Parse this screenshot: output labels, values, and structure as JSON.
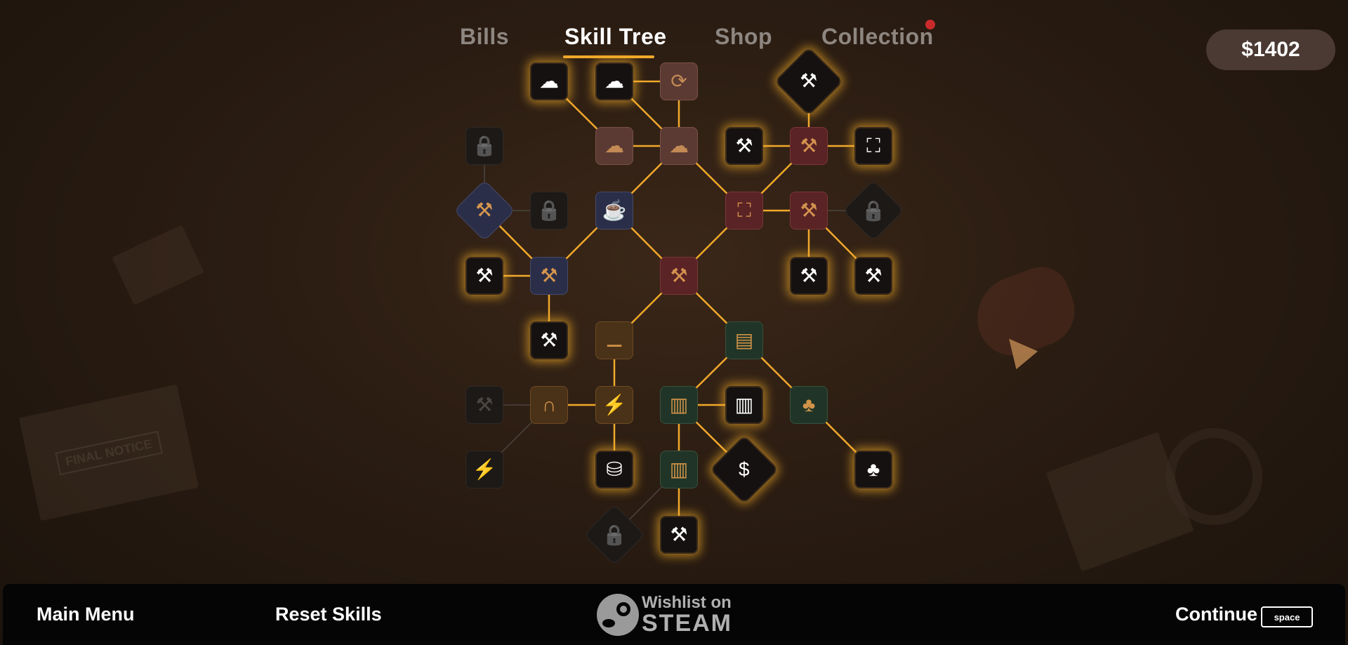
{
  "tabs": [
    {
      "label": "Bills",
      "active": false
    },
    {
      "label": "Skill Tree",
      "active": true
    },
    {
      "label": "Shop",
      "active": false
    },
    {
      "label": "Collection",
      "active": false,
      "notification": true
    }
  ],
  "money": "$1402",
  "background_decor": {
    "paper_text": "FINAL NOTICE"
  },
  "bottom_bar": {
    "main_menu": "Main Menu",
    "reset_skills": "Reset Skills",
    "steam_top": "Wishlist on",
    "steam_bottom": "STEAM",
    "continue": "Continue",
    "continue_key": "space"
  },
  "colors": {
    "accent": "#f1a92b",
    "owned_glow": "#f0aa28",
    "connector_active": "#f1a92b",
    "connector_locked": "#4a4440"
  },
  "skill_tree": {
    "nodes": [
      {
        "id": "n1",
        "icon": "scrap-pile-icon",
        "state": "owned"
      },
      {
        "id": "n2",
        "icon": "scrap-sparkle-icon",
        "state": "owned"
      },
      {
        "id": "n3",
        "icon": "rocks-cycle-icon",
        "state": "available",
        "color": "brown"
      },
      {
        "id": "n4",
        "icon": "hammer-smash-icon",
        "state": "owned",
        "shape": "diamond"
      },
      {
        "id": "n5",
        "icon": "lock-icon",
        "state": "locked"
      },
      {
        "id": "n6",
        "icon": "scrap-pile-icon",
        "state": "available",
        "color": "brown"
      },
      {
        "id": "n7",
        "icon": "scrap-pile-icon",
        "state": "available",
        "color": "brown"
      },
      {
        "id": "n8",
        "icon": "hammer-icon",
        "state": "owned"
      },
      {
        "id": "n9",
        "icon": "hammer-icon",
        "state": "available",
        "color": "red"
      },
      {
        "id": "n10",
        "icon": "expand-icon",
        "state": "owned"
      },
      {
        "id": "n11",
        "icon": "hammer-strike-icon",
        "state": "available",
        "color": "navy",
        "shape": "diamond"
      },
      {
        "id": "n12",
        "icon": "lock-icon",
        "state": "locked"
      },
      {
        "id": "n13",
        "icon": "coffee-mug-icon",
        "state": "available",
        "color": "navy"
      },
      {
        "id": "n14",
        "icon": "expand-icon",
        "state": "available",
        "color": "red"
      },
      {
        "id": "n15",
        "icon": "hammer-icon",
        "state": "available",
        "color": "red"
      },
      {
        "id": "n16",
        "icon": "lock-icon",
        "state": "locked",
        "shape": "diamond"
      },
      {
        "id": "n17",
        "icon": "hammer-drop-icon",
        "state": "owned"
      },
      {
        "id": "n18",
        "icon": "hammer-drop-icon",
        "state": "available",
        "color": "navy"
      },
      {
        "id": "n19",
        "icon": "hammer-icon",
        "state": "available",
        "color": "red"
      },
      {
        "id": "n20",
        "icon": "hammer-spark-icon",
        "state": "owned"
      },
      {
        "id": "n21",
        "icon": "hammer-icon",
        "state": "owned"
      },
      {
        "id": "n22",
        "icon": "hammer-cross-icon",
        "state": "owned"
      },
      {
        "id": "n23",
        "icon": "dumbbell-icon",
        "state": "available",
        "color": "amber"
      },
      {
        "id": "n24",
        "icon": "cash-stack-icon",
        "state": "available",
        "color": "green"
      },
      {
        "id": "n25",
        "icon": "hammer-icon",
        "state": "locked"
      },
      {
        "id": "n26",
        "icon": "hand-grip-icon",
        "state": "available",
        "color": "amber"
      },
      {
        "id": "n27",
        "icon": "energy-drink-icon",
        "state": "available",
        "color": "amber"
      },
      {
        "id": "n28",
        "icon": "cash-up-icon",
        "state": "available",
        "color": "green"
      },
      {
        "id": "n29",
        "icon": "cash-up-icon",
        "state": "owned"
      },
      {
        "id": "n30",
        "icon": "clover-icon",
        "state": "available",
        "color": "green"
      },
      {
        "id": "n31",
        "icon": "lightning-icon",
        "state": "locked"
      },
      {
        "id": "n32",
        "icon": "rock-pile-icon",
        "state": "owned"
      },
      {
        "id": "n33",
        "icon": "cash-up-icon",
        "state": "available",
        "color": "green"
      },
      {
        "id": "n34",
        "icon": "piggy-bank-icon",
        "state": "owned",
        "shape": "diamond"
      },
      {
        "id": "n35",
        "icon": "clover-icon",
        "state": "owned"
      },
      {
        "id": "n36",
        "icon": "lock-icon",
        "state": "locked",
        "shape": "diamond"
      },
      {
        "id": "n37",
        "icon": "hammer-book-icon",
        "state": "owned"
      }
    ],
    "edges": [
      [
        "n1",
        "n6",
        "on"
      ],
      [
        "n2",
        "n7",
        "on"
      ],
      [
        "n3",
        "n7",
        "on"
      ],
      [
        "n6",
        "n7",
        "on"
      ],
      [
        "n7",
        "n13",
        "on"
      ],
      [
        "n7",
        "n14",
        "on"
      ],
      [
        "n8",
        "n9",
        "on"
      ],
      [
        "n9",
        "n10",
        "on"
      ],
      [
        "n4",
        "n9",
        "on"
      ],
      [
        "n9",
        "n14",
        "on"
      ],
      [
        "n14",
        "n15",
        "on"
      ],
      [
        "n15",
        "n16",
        "off"
      ],
      [
        "n15",
        "n20",
        "on"
      ],
      [
        "n15",
        "n21",
        "on"
      ],
      [
        "n5",
        "n11",
        "off"
      ],
      [
        "n11",
        "n12",
        "off"
      ],
      [
        "n11",
        "n18",
        "on"
      ],
      [
        "n17",
        "n18",
        "on"
      ],
      [
        "n13",
        "n18",
        "on"
      ],
      [
        "n13",
        "n19",
        "on"
      ],
      [
        "n14",
        "n19",
        "on"
      ],
      [
        "n18",
        "n22",
        "on"
      ],
      [
        "n19",
        "n23",
        "on"
      ],
      [
        "n19",
        "n24",
        "on"
      ],
      [
        "n23",
        "n27",
        "on"
      ],
      [
        "n24",
        "n28",
        "on"
      ],
      [
        "n24",
        "n30",
        "on"
      ],
      [
        "n25",
        "n26",
        "off"
      ],
      [
        "n26",
        "n27",
        "on"
      ],
      [
        "n27",
        "n32",
        "on"
      ],
      [
        "n28",
        "n29",
        "on"
      ],
      [
        "n28",
        "n33",
        "on"
      ],
      [
        "n28",
        "n34",
        "on"
      ],
      [
        "n30",
        "n35",
        "on"
      ],
      [
        "n26",
        "n31",
        "off"
      ],
      [
        "n33",
        "n36",
        "off"
      ],
      [
        "n33",
        "n37",
        "on"
      ],
      [
        "n3",
        "n2",
        "on"
      ]
    ]
  }
}
